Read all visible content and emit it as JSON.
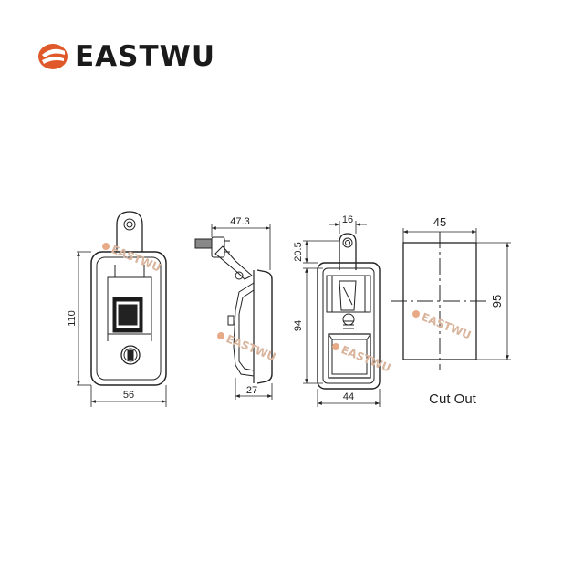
{
  "brand": {
    "name": "EASTWU",
    "logo_color": "#e0592a",
    "watermark_color": "#d9b49c"
  },
  "dimensions": {
    "front_height": "110",
    "front_width": "56",
    "side_width": "47.3",
    "side_depth": "27",
    "back_top_width": "16",
    "back_top_offset": "20.5",
    "back_height": "94",
    "back_width": "44",
    "cutout_width": "45",
    "cutout_height": "95"
  },
  "labels": {
    "cutout": "Cut Out"
  }
}
